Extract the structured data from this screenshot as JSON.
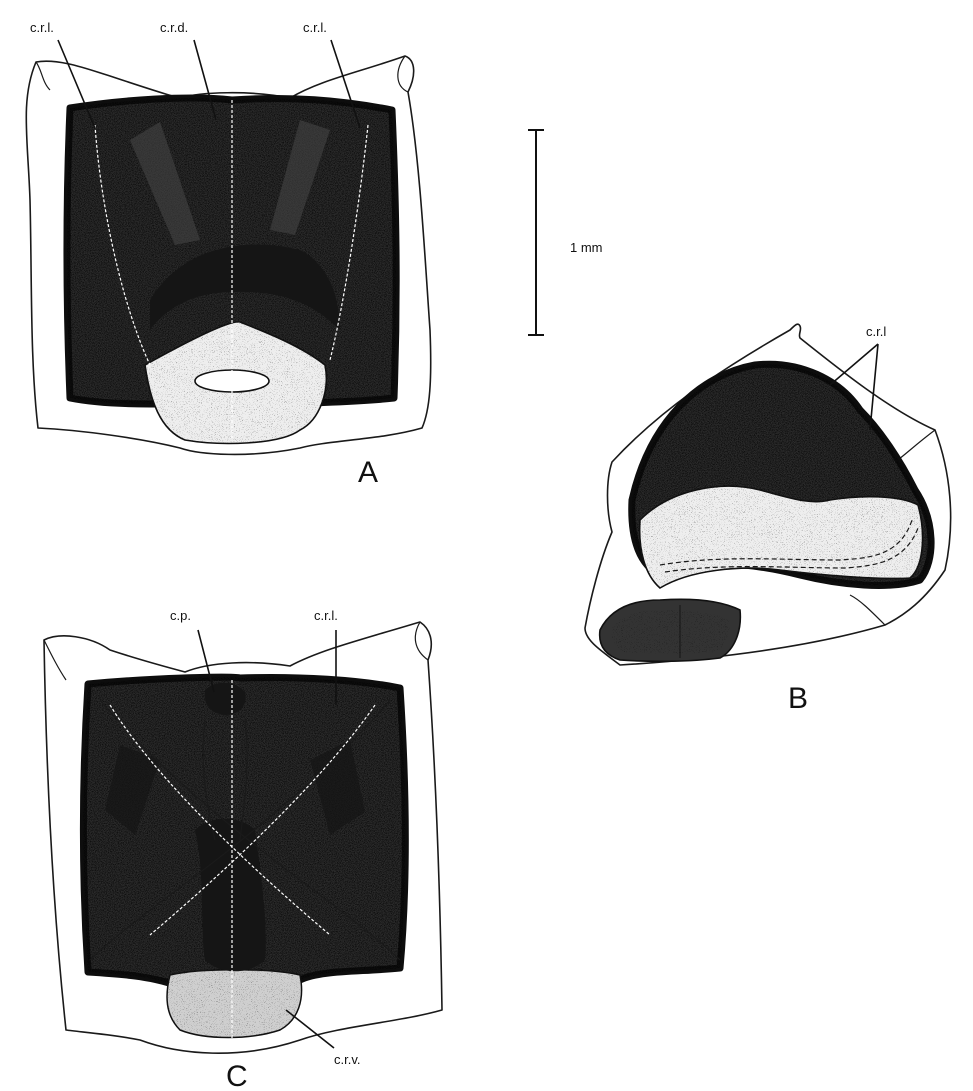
{
  "figure": {
    "scale_bar_label": "1 mm",
    "panels": {
      "A": {
        "letter": "A",
        "labels": [
          "c.r.l.",
          "c.r.d.",
          "c.r.l."
        ]
      },
      "B": {
        "letter": "B",
        "labels": [
          "c.r.l"
        ]
      },
      "C": {
        "letter": "C",
        "labels": [
          "c.p.",
          "c.r.l.",
          "c.r.v."
        ]
      }
    }
  }
}
